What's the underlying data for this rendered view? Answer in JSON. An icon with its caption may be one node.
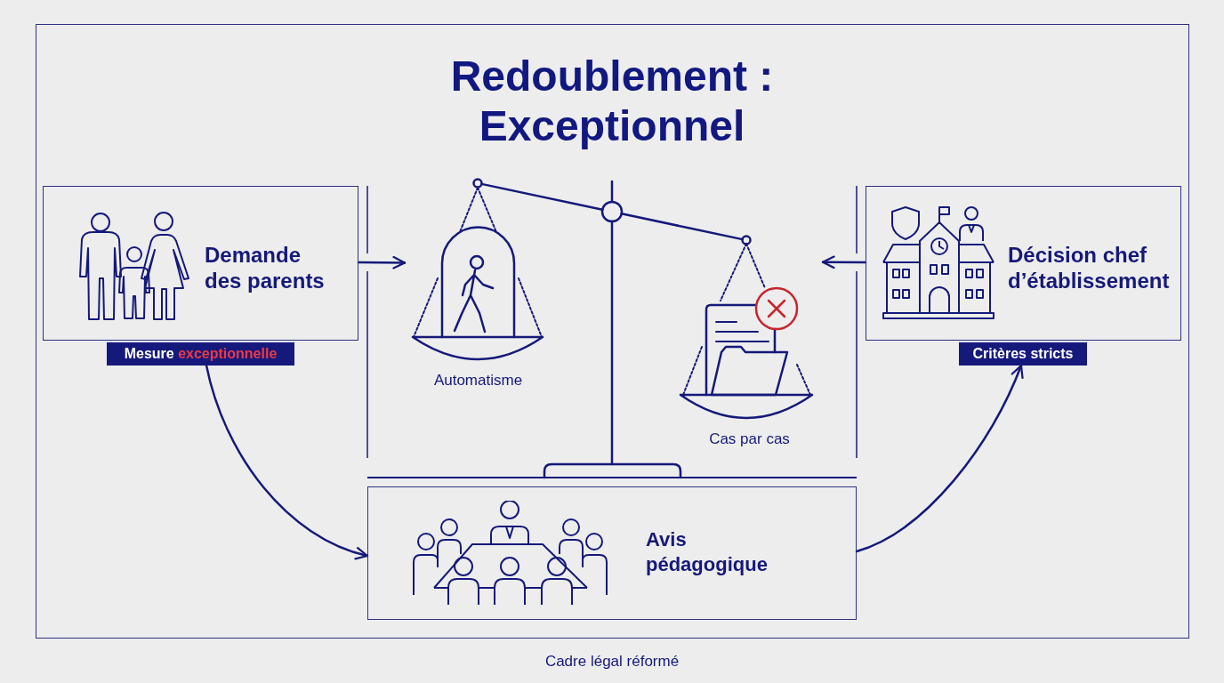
{
  "diagram": {
    "title": "Redoublement : Exceptionnel",
    "caption": "Cadre légal réformé",
    "nodes": [
      {
        "text": [
          "Demande des parents"
        ]
      },
      {
        "text": [
          "Mesure",
          "exceptionnelle"
        ]
      },
      {
        "text": [
          "Automatisme"
        ]
      },
      {
        "text": [
          "Cas par cas"
        ]
      },
      {
        "text": [
          "Décision chef d’établissement"
        ]
      },
      {
        "text": [
          "Critères stricts"
        ]
      },
      {
        "text": [
          "Avis pédagogique"
        ]
      }
    ],
    "edges": [
      {
        "from": 0,
        "to": 2,
        "arrow": "to"
      },
      {
        "from": 4,
        "to": 3,
        "arrow": "to"
      },
      {
        "from": 1,
        "to": 6,
        "arrow": "to"
      },
      {
        "from": 6,
        "to": 5,
        "arrow": "to"
      }
    ]
  }
}
